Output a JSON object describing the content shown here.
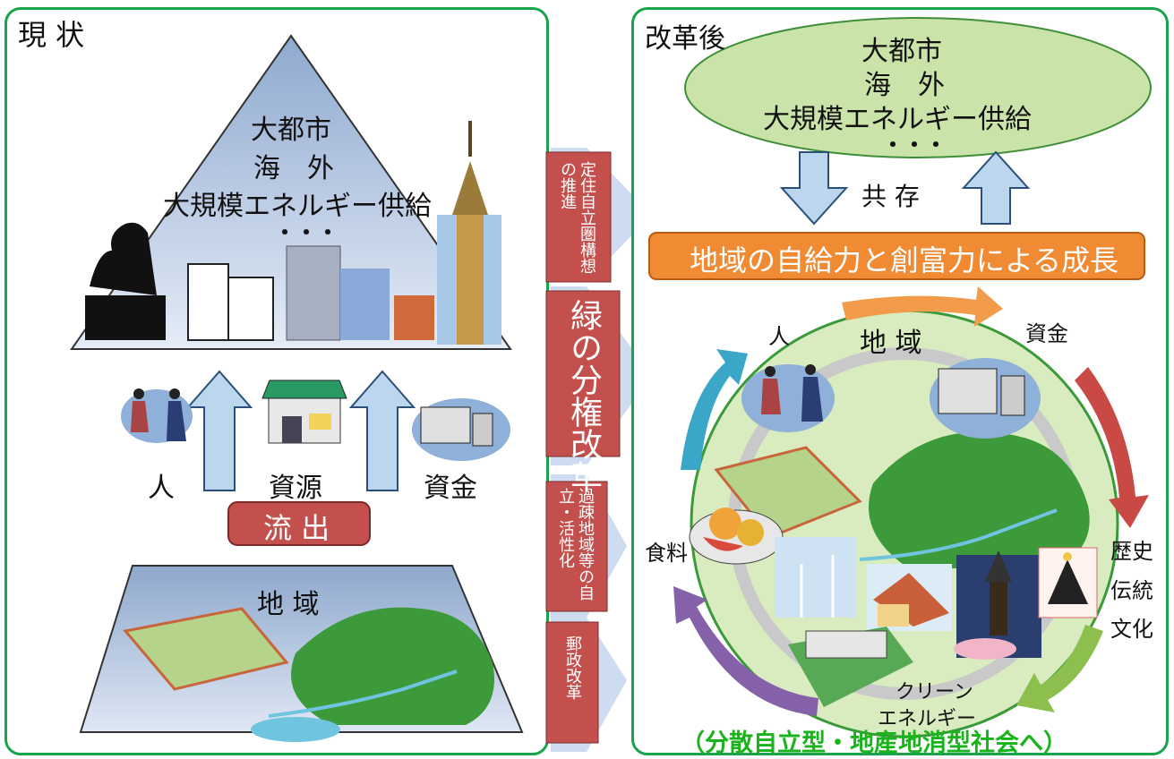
{
  "left_panel": {
    "title": "現 状",
    "pyramid_lines": [
      "大都市",
      "海　外",
      "大規模エネルギー供給",
      "・・・"
    ],
    "flows": [
      "人",
      "資源",
      "資金"
    ],
    "outflow_label": "流 出",
    "region_label": "地 域"
  },
  "middle_column": {
    "box1": "定住自立圏構想の推進",
    "main_box": "緑の分権改革",
    "box2": "過疎地域等の自立・活性化",
    "box3": "郵政改革"
  },
  "right_panel": {
    "title": "改革後",
    "ellipse_lines": [
      "大都市",
      "海　外",
      "大規模エネルギー供給",
      "・・・"
    ],
    "coexist_label": "共 存",
    "growth_banner": "地域の自給力と創富力による成長",
    "region_label": "地 域",
    "cycle_labels": {
      "people": "人",
      "funds": "資金",
      "history": [
        "歴史",
        "伝統",
        "文化"
      ],
      "clean_energy": [
        "クリーン",
        "エネルギー"
      ],
      "food": "食料"
    },
    "society_goal": "（分散自立型・地産地消型社会へ）"
  },
  "colors": {
    "panel_border": "#19a34a",
    "pyramid_fill": "#b9cde6",
    "up_arrow_fill": "#bcd6ee",
    "outflow_fill": "#c4504d",
    "banner_fill": "#f08a33",
    "ellipse_fill": "#c9e3a8",
    "goal_text": "#19b31c",
    "arrow_teal": "#3aa6c8",
    "arrow_orange": "#f29b4a",
    "arrow_red": "#c94a45",
    "arrow_green": "#8cbf4d",
    "arrow_purple": "#8461a8"
  }
}
